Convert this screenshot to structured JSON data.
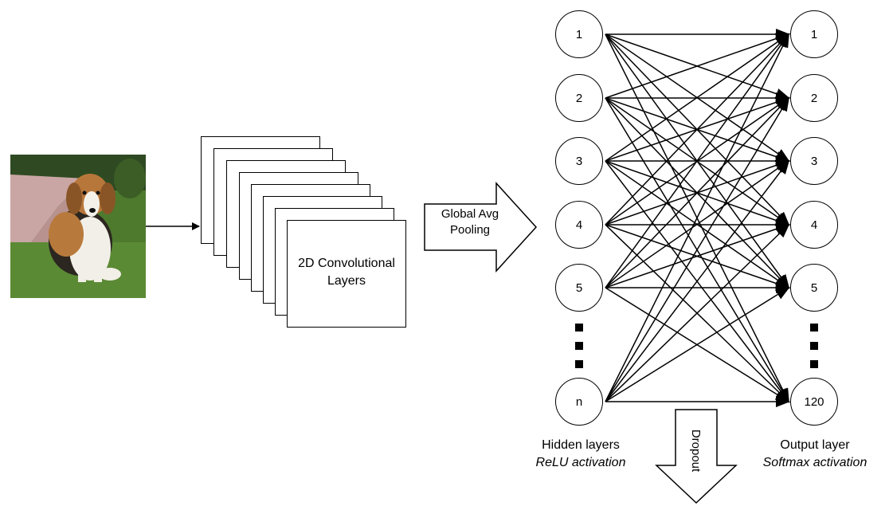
{
  "input_image": {
    "alt": "beagle dog photo"
  },
  "conv_block": {
    "label_line1": "2D Convolutional",
    "label_line2": "Layers"
  },
  "pooling": {
    "label_line1": "Global Avg",
    "label_line2": "Pooling"
  },
  "hidden_layer": {
    "nodes": [
      "1",
      "2",
      "3",
      "4",
      "5",
      "n"
    ],
    "caption": "Hidden layers",
    "activation": "ReLU activation"
  },
  "output_layer": {
    "nodes": [
      "1",
      "2",
      "3",
      "4",
      "5",
      "120"
    ],
    "caption": "Output layer",
    "activation": "Softmax activation"
  },
  "dropout": {
    "label": "Dropout"
  }
}
